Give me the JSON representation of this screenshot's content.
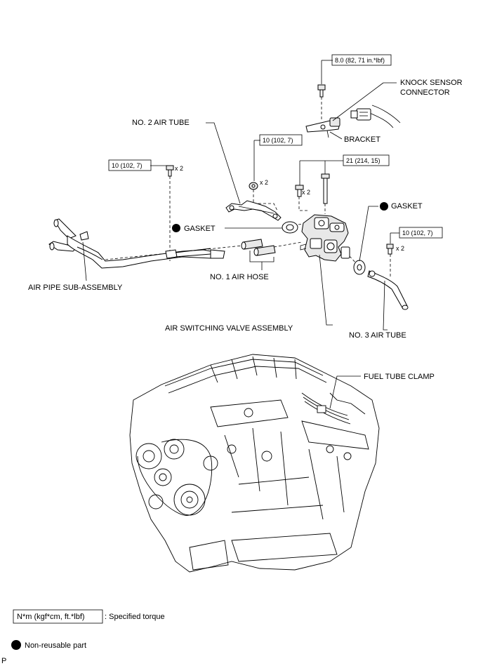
{
  "torque": {
    "bolt_top": "8.0 (82, 71 in.*lbf)",
    "stud_tube2": "10 (102, 7)",
    "bolt_left": "10 (102, 7)",
    "bolt_valve": "21 (214, 15)",
    "bolt_tube3": "10 (102, 7)"
  },
  "qty": {
    "tube2": "x 2",
    "left": "x 2",
    "valve": "x 2",
    "tube3": "x 2"
  },
  "labels": {
    "knock_sensor_line1": "KNOCK SENSOR",
    "knock_sensor_line2": "CONNECTOR",
    "bracket": "BRACKET",
    "no2_air_tube": "NO. 2 AIR TUBE",
    "gasket_left": "GASKET",
    "gasket_right": "GASKET",
    "no1_air_hose": "NO. 1 AIR HOSE",
    "air_pipe_sub_assembly": "AIR PIPE SUB-ASSEMBLY",
    "air_switching_valve_assembly": "AIR SWITCHING VALVE ASSEMBLY",
    "no3_air_tube": "NO. 3 AIR TUBE",
    "fuel_tube_clamp": "FUEL TUBE CLAMP"
  },
  "legend": {
    "torque_box": "N*m (kgf*cm, ft.*lbf)",
    "torque_desc": ": Specified torque",
    "nonreusable": "Non-reusable part"
  },
  "footer_code": "P"
}
